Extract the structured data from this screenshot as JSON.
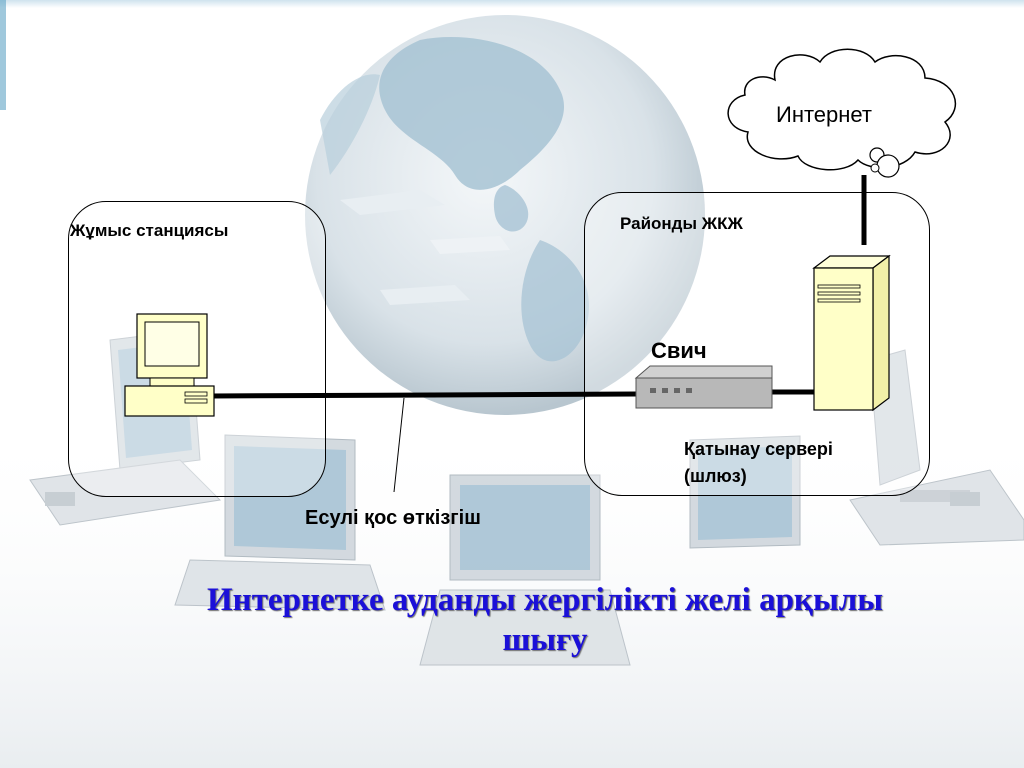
{
  "diagram": {
    "internet_label": "Интернет",
    "workstation_label": "Жұмыс станциясы",
    "district_lan_label": "Районды ЖКЖ",
    "switch_label": "Свич",
    "gateway_label_line1": "Қатынау сервері",
    "gateway_label_line2": "(шлюз)",
    "cable_label": "Есулі қос өткізгіш",
    "title_line1": "Интернетке ауданды жергілікті желі арқылы",
    "title_line2": "шығу"
  },
  "colors": {
    "title": "#1b10d8",
    "computer_fill": "#ffffc8",
    "server_fill": "#ffffc8",
    "switch_fill": "#b8b8b8"
  }
}
